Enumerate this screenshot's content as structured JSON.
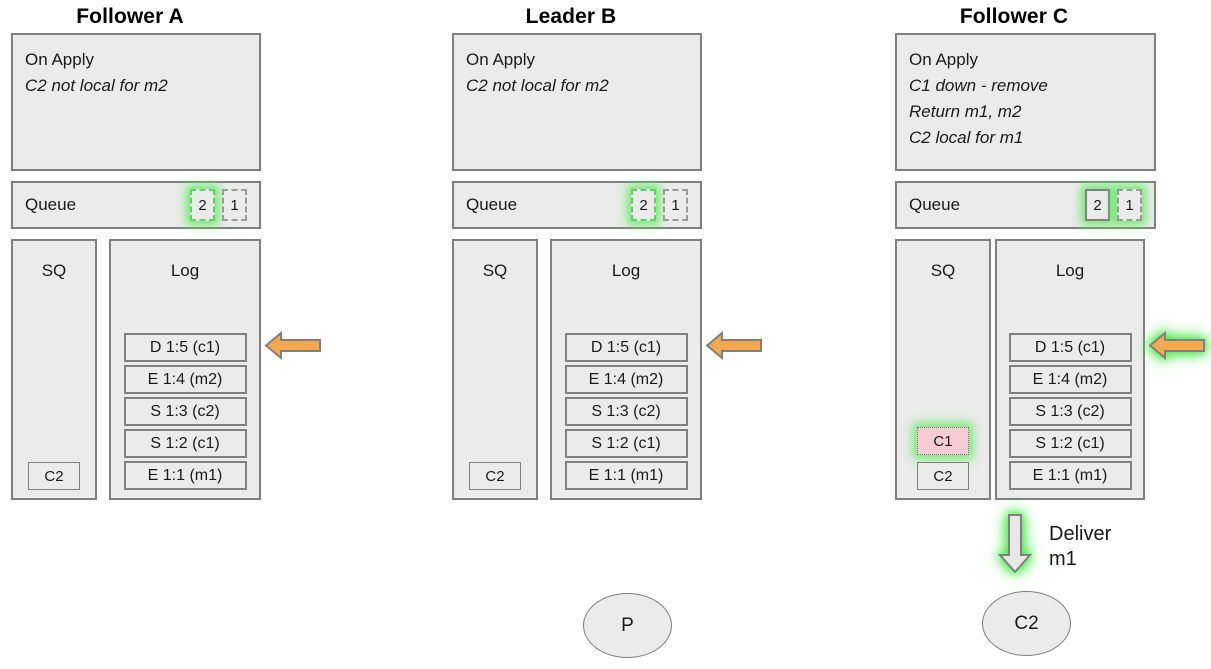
{
  "diagram": {
    "title_colors": {
      "box_fill": "#ebebeb",
      "box_border": "#808080",
      "highlight_glow": "#5aeb5a",
      "pending_fill": "#f7ccd4",
      "arrow_fill": "#f5a94e",
      "arrow_border": "#808080",
      "down_arrow_fill": "#e8e8e8"
    },
    "nodes": [
      {
        "id": "follower-a",
        "title": "Follower A",
        "on_apply": {
          "header": "On Apply",
          "lines": [
            "C2 not local for m2"
          ]
        },
        "queue": {
          "label": "Queue",
          "slots": [
            {
              "value": "2",
              "style": "dashed-green",
              "glow": true
            },
            {
              "value": "1",
              "style": "dashed-gray",
              "glow": false
            }
          ]
        },
        "sq": {
          "title": "SQ",
          "items": [
            {
              "value": "C2",
              "state": "normal",
              "glow": false
            }
          ]
        },
        "log": {
          "title": "Log",
          "entries": [
            "D 1:5 (c1)",
            "E 1:4 (m2)",
            "S 1:3 (c2)",
            "S 1:2 (c1)",
            "E 1:1 (m1)"
          ]
        },
        "arrow": {
          "direction": "left",
          "glow": false
        },
        "deliver": null,
        "ellipse": null
      },
      {
        "id": "leader-b",
        "title": "Leader B",
        "on_apply": {
          "header": "On Apply",
          "lines": [
            "C2 not local for m2"
          ]
        },
        "queue": {
          "label": "Queue",
          "slots": [
            {
              "value": "2",
              "style": "dashed-green",
              "glow": true
            },
            {
              "value": "1",
              "style": "dashed-gray",
              "glow": false
            }
          ]
        },
        "sq": {
          "title": "SQ",
          "items": [
            {
              "value": "C2",
              "state": "normal",
              "glow": false
            }
          ]
        },
        "log": {
          "title": "Log",
          "entries": [
            "D 1:5 (c1)",
            "E 1:4 (m2)",
            "S 1:3 (c2)",
            "S 1:2 (c1)",
            "E 1:1 (m1)"
          ]
        },
        "arrow": {
          "direction": "left",
          "glow": false
        },
        "deliver": null,
        "ellipse": {
          "label": "P",
          "glow": false
        }
      },
      {
        "id": "follower-c",
        "title": "Follower C",
        "on_apply": {
          "header": "On Apply",
          "lines": [
            "C1 down - remove",
            "Return m1, m2",
            "C2 local for m1"
          ]
        },
        "queue": {
          "label": "Queue",
          "slots": [
            {
              "value": "2",
              "style": "solid-gray",
              "glow": true
            },
            {
              "value": "1",
              "style": "dashed-gray",
              "glow": true
            }
          ]
        },
        "sq": {
          "title": "SQ",
          "items": [
            {
              "value": "C1",
              "state": "pending",
              "glow": true
            },
            {
              "value": "C2",
              "state": "normal",
              "glow": false
            }
          ]
        },
        "log": {
          "title": "Log",
          "entries": [
            "D 1:5 (c1)",
            "E 1:4 (m2)",
            "S 1:3 (c2)",
            "S 1:2 (c1)",
            "E 1:1 (m1)"
          ]
        },
        "arrow": {
          "direction": "left",
          "glow": true
        },
        "deliver": {
          "caption": "Deliver\nm1",
          "glow": true
        },
        "ellipse": {
          "label": "C2",
          "glow": false
        }
      }
    ]
  }
}
